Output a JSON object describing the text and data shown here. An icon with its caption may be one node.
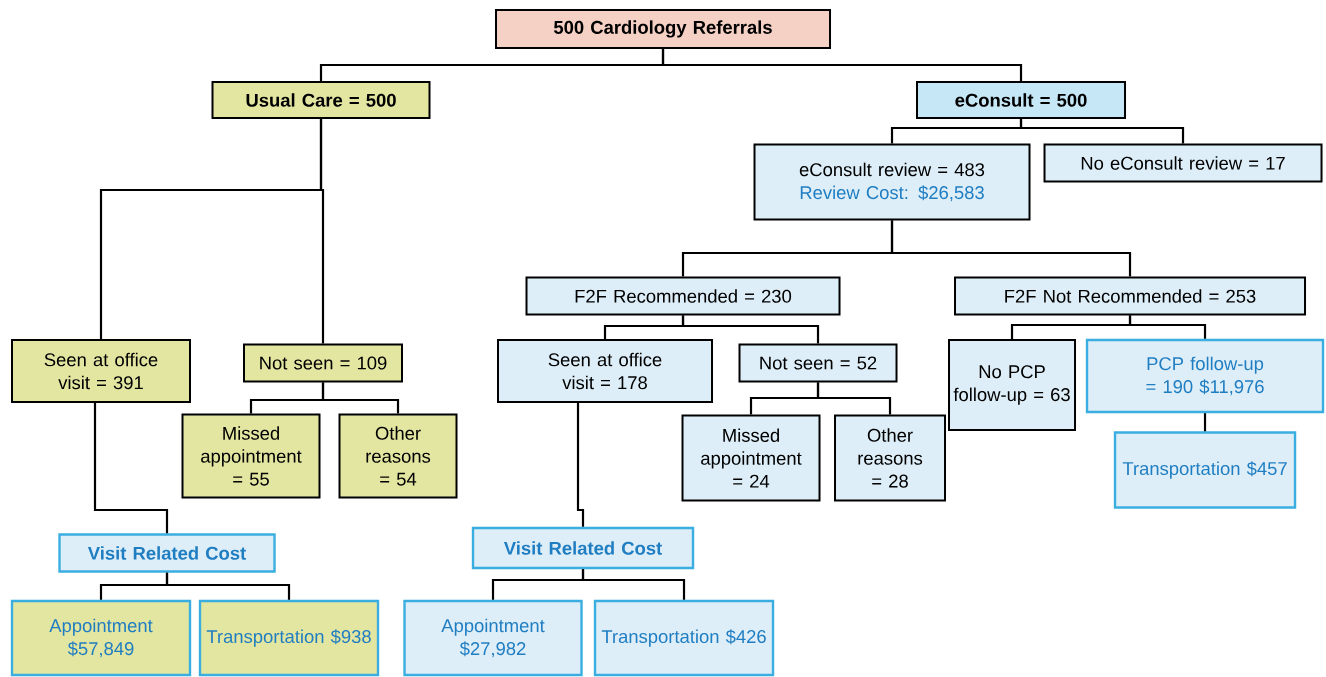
{
  "diagram": {
    "nodes": [
      {
        "text": [
          "500 Cardiology Referrals"
        ]
      },
      {
        "text": [
          "Usual Care = 500"
        ]
      },
      {
        "text": [
          "eConsult = 500"
        ]
      },
      {
        "text": [
          "eConsult review = 483",
          "Review Cost:  $26,583"
        ]
      },
      {
        "text": [
          "No eConsult review = 17"
        ]
      },
      {
        "text": [
          "Seen at office visit = 391"
        ]
      },
      {
        "text": [
          "Not seen = 109"
        ]
      },
      {
        "text": [
          "Missed appointment = 55"
        ]
      },
      {
        "text": [
          "Other reasons = 54"
        ]
      },
      {
        "text": [
          "Visit Related Cost"
        ]
      },
      {
        "text": [
          "Appointment $57,849"
        ]
      },
      {
        "text": [
          "Transportation $938"
        ]
      },
      {
        "text": [
          "F2F Recommended = 230"
        ]
      },
      {
        "text": [
          "F2F Not Recommended = 253"
        ]
      },
      {
        "text": [
          "Seen at office visit = 178"
        ]
      },
      {
        "text": [
          "Not seen = 52"
        ]
      },
      {
        "text": [
          "Missed appointment = 24"
        ]
      },
      {
        "text": [
          "Other reasons = 28"
        ]
      },
      {
        "text": [
          "Visit Related Cost"
        ]
      },
      {
        "text": [
          "Appointment $27,982"
        ]
      },
      {
        "text": [
          "Transportation $426"
        ]
      },
      {
        "text": [
          "No PCP follow-up = 63"
        ]
      },
      {
        "text": [
          "PCP follow-up = 190 $11,976"
        ]
      },
      {
        "text": [
          "Transportation $457"
        ]
      }
    ],
    "edges": [
      {
        "from": 0,
        "to": 1,
        "arrow": "none"
      },
      {
        "from": 0,
        "to": 2,
        "arrow": "none"
      },
      {
        "from": 2,
        "to": 3,
        "arrow": "none"
      },
      {
        "from": 2,
        "to": 4,
        "arrow": "none"
      },
      {
        "from": 1,
        "to": 5,
        "arrow": "none"
      },
      {
        "from": 1,
        "to": 6,
        "arrow": "none"
      },
      {
        "from": 6,
        "to": 7,
        "arrow": "none"
      },
      {
        "from": 6,
        "to": 8,
        "arrow": "none"
      },
      {
        "from": 5,
        "to": 9,
        "arrow": "none"
      },
      {
        "from": 9,
        "to": 10,
        "arrow": "none"
      },
      {
        "from": 9,
        "to": 11,
        "arrow": "none"
      },
      {
        "from": 3,
        "to": 12,
        "arrow": "none"
      },
      {
        "from": 3,
        "to": 13,
        "arrow": "none"
      },
      {
        "from": 12,
        "to": 14,
        "arrow": "none"
      },
      {
        "from": 12,
        "to": 15,
        "arrow": "none"
      },
      {
        "from": 15,
        "to": 16,
        "arrow": "none"
      },
      {
        "from": 15,
        "to": 17,
        "arrow": "none"
      },
      {
        "from": 14,
        "to": 18,
        "arrow": "none"
      },
      {
        "from": 18,
        "to": 19,
        "arrow": "none"
      },
      {
        "from": 18,
        "to": 20,
        "arrow": "none"
      },
      {
        "from": 13,
        "to": 21,
        "arrow": "none"
      },
      {
        "from": 13,
        "to": 22,
        "arrow": "none"
      },
      {
        "from": 22,
        "to": 23,
        "arrow": "none"
      }
    ]
  }
}
